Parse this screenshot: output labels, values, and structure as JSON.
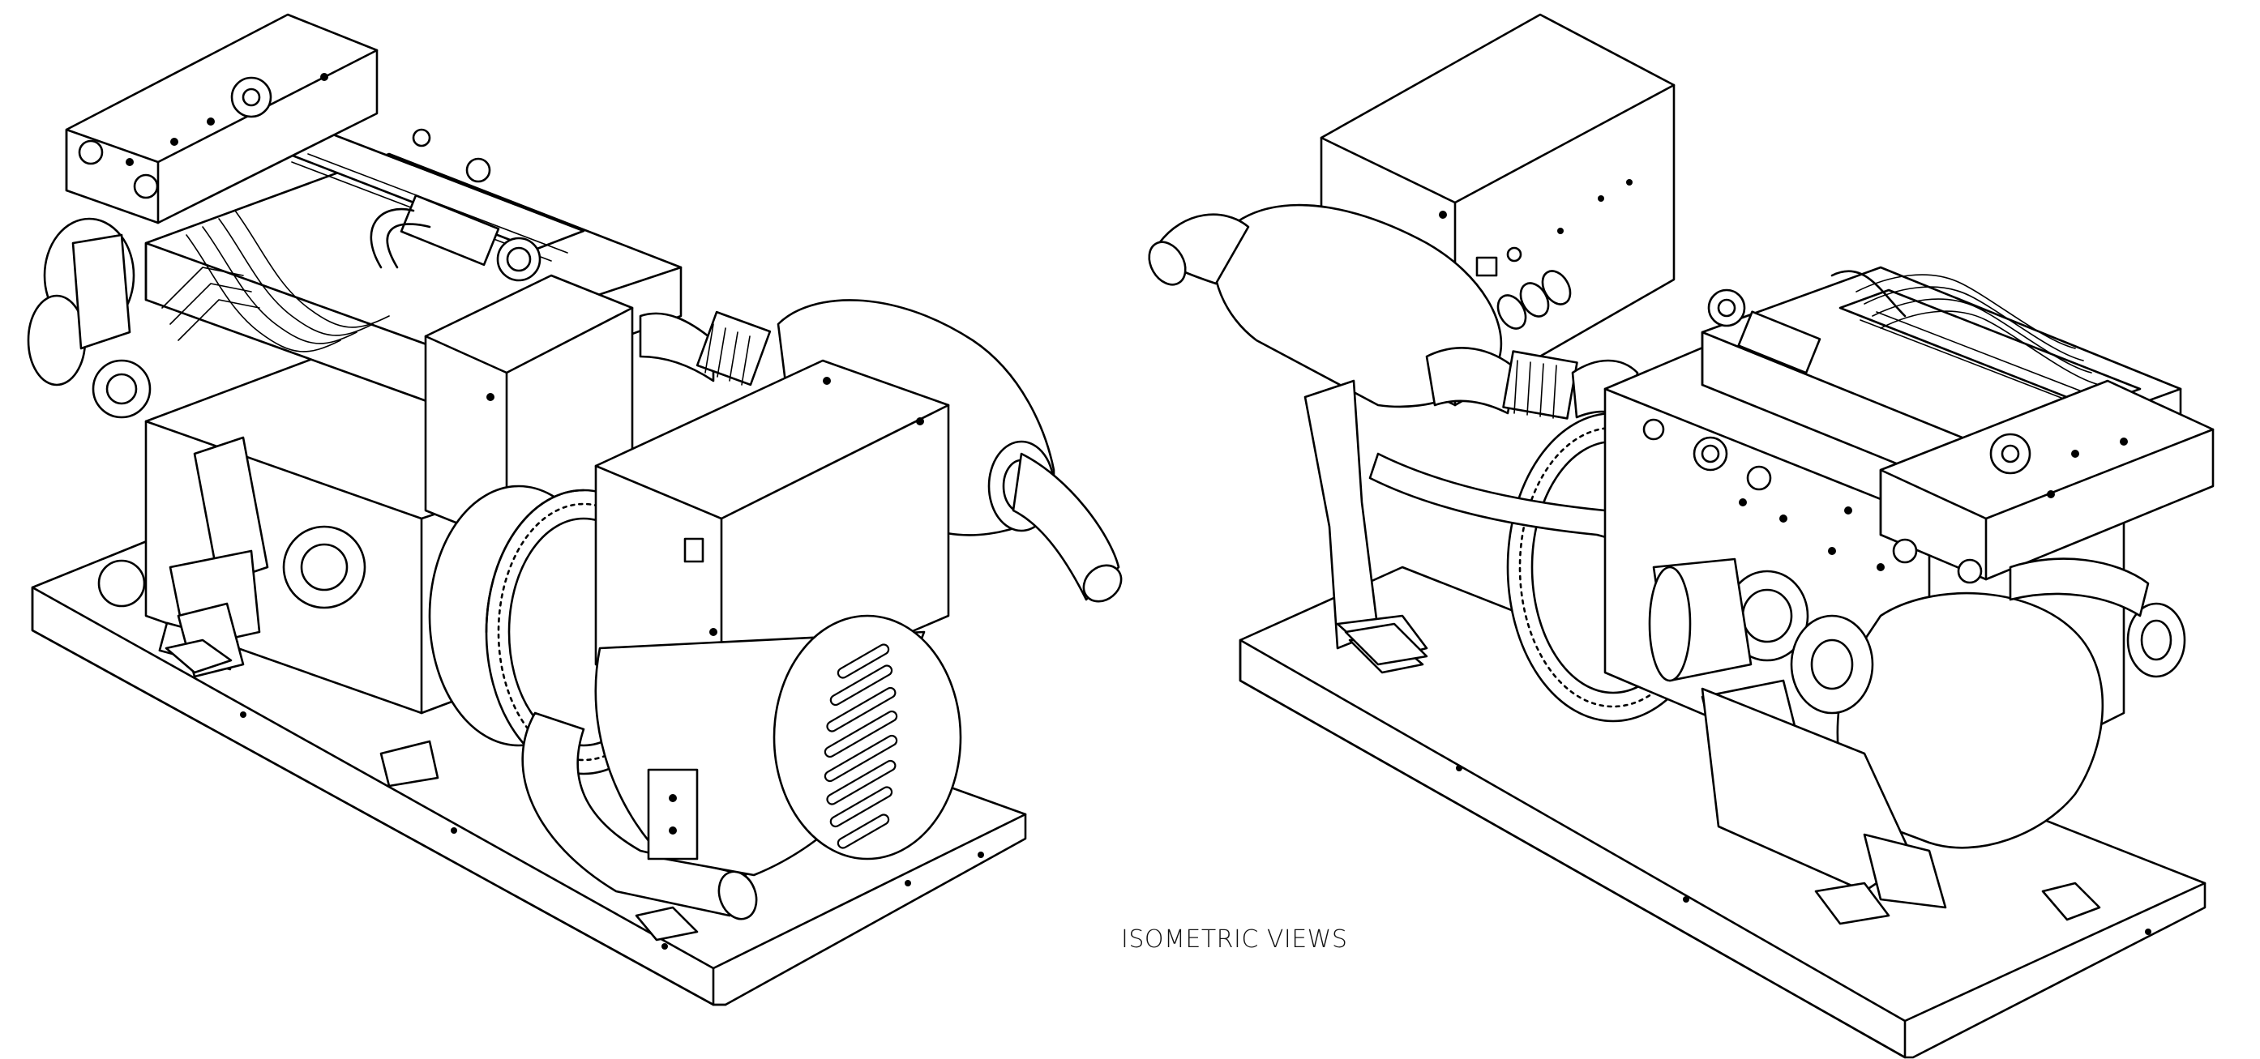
{
  "caption": "ISOMETRIC VIEWS",
  "colors": {
    "line": "#000000",
    "background": "#ffffff"
  },
  "views": [
    {
      "id": "left-view",
      "orientation": "alternator-front"
    },
    {
      "id": "right-view",
      "orientation": "engine-front"
    }
  ]
}
